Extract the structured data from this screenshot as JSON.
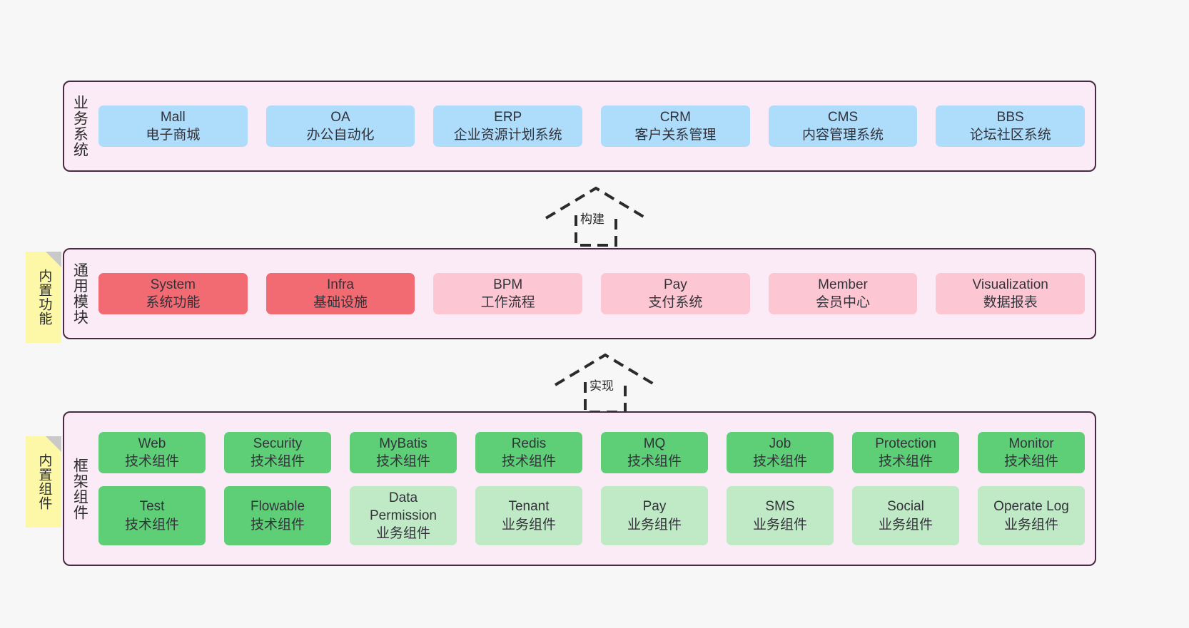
{
  "canvas": {
    "background": "#f7f7f7",
    "panel_bg": "#fbebf6",
    "panel_border": "#4a2a42",
    "note_bg": "#fcf8a8",
    "note_fold": "#c9c9c9",
    "color_blue": "#aedcfb",
    "color_red": "#f26a72",
    "color_pink": "#fcc7d2",
    "color_green": "#5ecf77",
    "color_green_light": "#c0e9c6"
  },
  "layers": [
    {
      "id": "business-systems",
      "title": "业务系统",
      "rows": [
        [
          {
            "title": "Mall",
            "subtitle": "电子商城",
            "tone": "blue"
          },
          {
            "title": "OA",
            "subtitle": "办公自动化",
            "tone": "blue"
          },
          {
            "title": "ERP",
            "subtitle": "企业资源计划系统",
            "tone": "blue"
          },
          {
            "title": "CRM",
            "subtitle": "客户关系管理",
            "tone": "blue"
          },
          {
            "title": "CMS",
            "subtitle": "内容管理系统",
            "tone": "blue"
          },
          {
            "title": "BBS",
            "subtitle": "论坛社区系统",
            "tone": "blue"
          }
        ]
      ]
    },
    {
      "id": "common-modules",
      "title": "通用模块",
      "note": "内置功能",
      "rows": [
        [
          {
            "title": "System",
            "subtitle": "系统功能",
            "tone": "red"
          },
          {
            "title": "Infra",
            "subtitle": "基础设施",
            "tone": "red"
          },
          {
            "title": "BPM",
            "subtitle": "工作流程",
            "tone": "pink"
          },
          {
            "title": "Pay",
            "subtitle": "支付系统",
            "tone": "pink"
          },
          {
            "title": "Member",
            "subtitle": "会员中心",
            "tone": "pink"
          },
          {
            "title": "Visualization",
            "subtitle": "数据报表",
            "tone": "pink"
          }
        ]
      ]
    },
    {
      "id": "framework-components",
      "title": "框架组件",
      "note": "内置组件",
      "rows": [
        [
          {
            "title": "Web",
            "subtitle": "技术组件",
            "tone": "green"
          },
          {
            "title": "Security",
            "subtitle": "技术组件",
            "tone": "green"
          },
          {
            "title": "MyBatis",
            "subtitle": "技术组件",
            "tone": "green"
          },
          {
            "title": "Redis",
            "subtitle": "技术组件",
            "tone": "green"
          },
          {
            "title": "MQ",
            "subtitle": "技术组件",
            "tone": "green"
          },
          {
            "title": "Job",
            "subtitle": "技术组件",
            "tone": "green"
          },
          {
            "title": "Protection",
            "subtitle": "技术组件",
            "tone": "green"
          },
          {
            "title": "Monitor",
            "subtitle": "技术组件",
            "tone": "green"
          }
        ],
        [
          {
            "title": "Test",
            "subtitle": "技术组件",
            "tone": "green"
          },
          {
            "title": "Flowable",
            "subtitle": "技术组件",
            "tone": "green"
          },
          {
            "title": "Data Permission",
            "subtitle": "业务组件",
            "tone": "green-light"
          },
          {
            "title": "Tenant",
            "subtitle": "业务组件",
            "tone": "green-light"
          },
          {
            "title": "Pay",
            "subtitle": "业务组件",
            "tone": "green-light"
          },
          {
            "title": "SMS",
            "subtitle": "业务组件",
            "tone": "green-light"
          },
          {
            "title": "Social",
            "subtitle": "业务组件",
            "tone": "green-light"
          },
          {
            "title": "Operate Log",
            "subtitle": "业务组件",
            "tone": "green-light"
          }
        ]
      ]
    }
  ],
  "arrows": [
    {
      "id": "build-arrow",
      "label": "构建"
    },
    {
      "id": "implement-arrow",
      "label": "实现"
    }
  ]
}
